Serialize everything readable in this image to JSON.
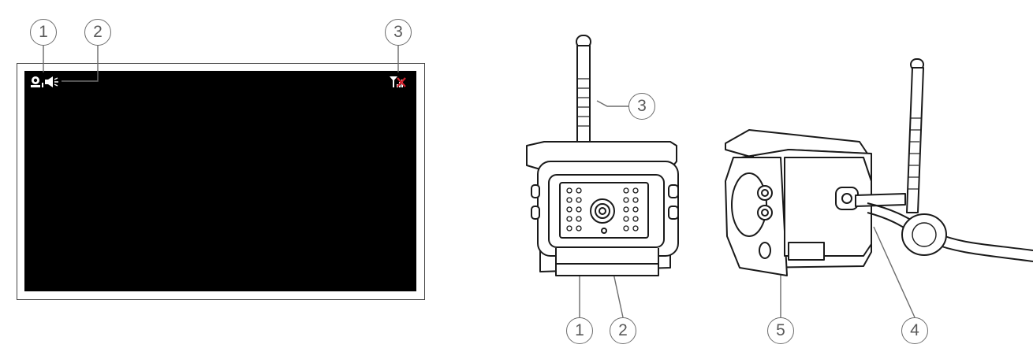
{
  "monitor": {
    "callouts": [
      "1",
      "2",
      "3"
    ],
    "icons": [
      "camera-channel-icon",
      "speaker-icon",
      "signal-no-link-icon"
    ]
  },
  "camera_front": {
    "callouts": [
      "1",
      "2",
      "3"
    ]
  },
  "camera_side": {
    "callouts": [
      "4",
      "5"
    ]
  },
  "colors": {
    "screen": "#000000",
    "callout_border": "#6d6d6d",
    "no_signal": "#d0202c"
  }
}
